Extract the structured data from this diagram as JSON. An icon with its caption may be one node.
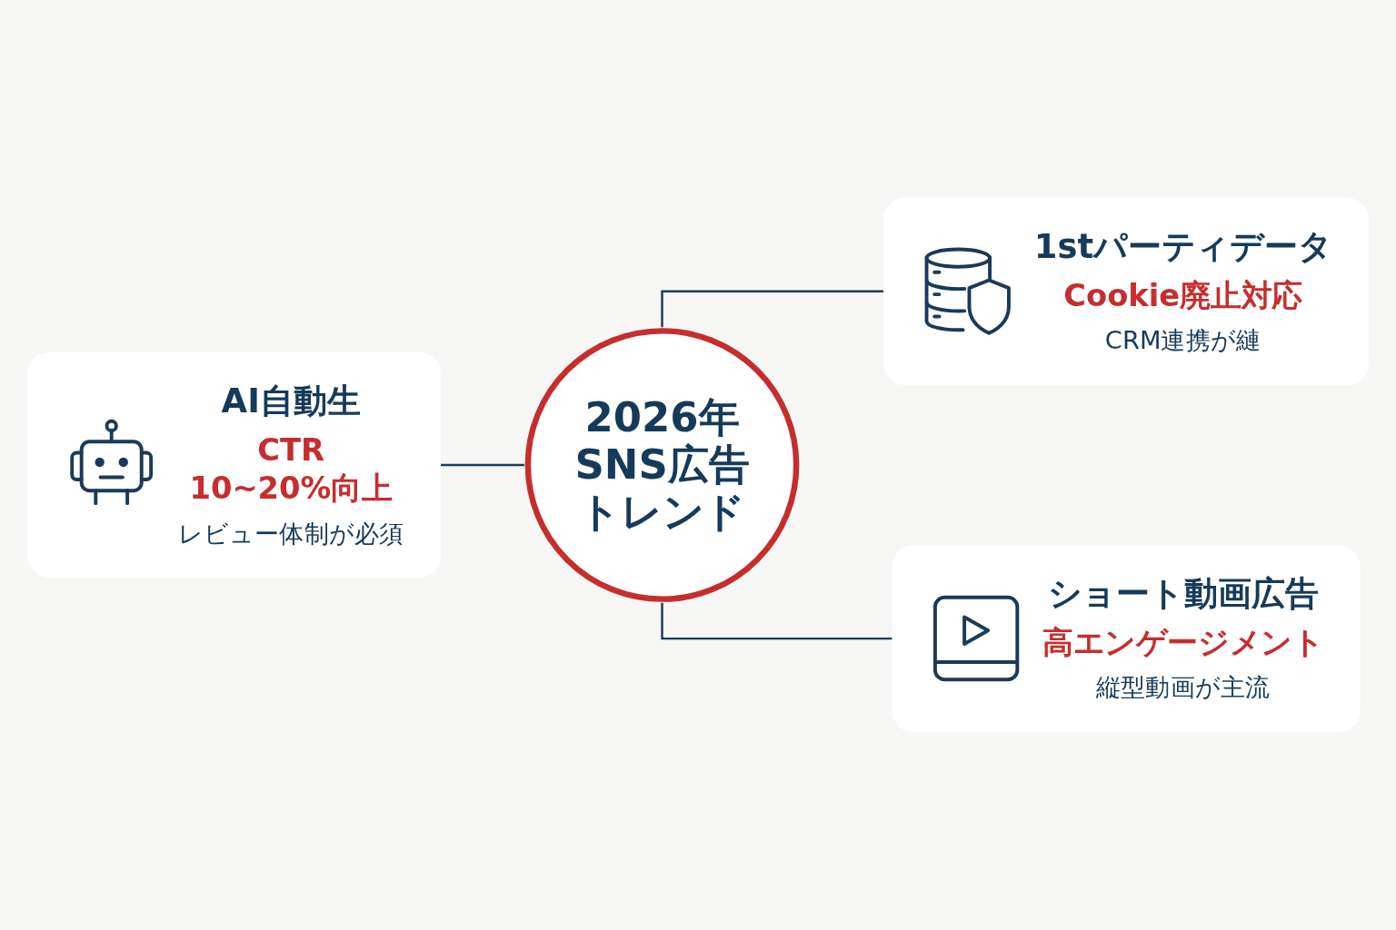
{
  "diagram": {
    "nodes": [
      {
        "text": [
          "2026年SNS広告トレンド"
        ]
      },
      {
        "text": [
          "1stパーティデータ",
          "Cookie廃止対応",
          "CRM連携が縺"
        ]
      },
      {
        "text": [
          "AI自動生",
          "CTR 10~20%向上",
          "レビュー体制が必須"
        ]
      },
      {
        "text": [
          "ショート動画広告",
          "高エンゲージメント",
          "縦型動画が主流"
        ]
      }
    ],
    "edges": [
      {
        "from": 2,
        "to": 0,
        "arrow": "none"
      },
      {
        "from": 0,
        "to": 1,
        "arrow": "none"
      },
      {
        "from": 0,
        "to": 3,
        "arrow": "none"
      }
    ]
  }
}
